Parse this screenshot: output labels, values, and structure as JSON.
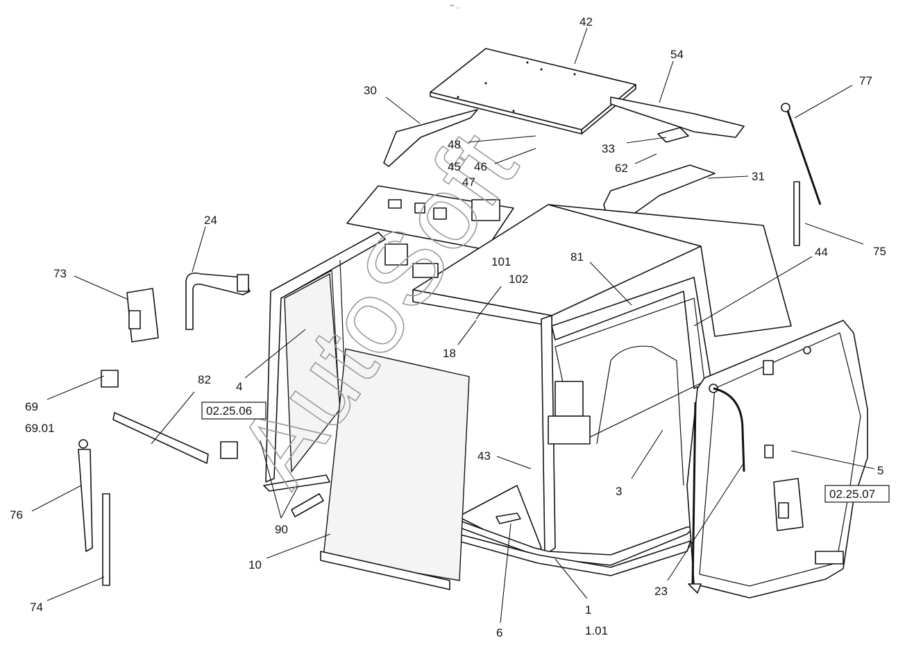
{
  "watermark": "AutoSoft",
  "top_mark": "\"\" ...",
  "part_labels": [
    {
      "id": "p42",
      "text": "42"
    },
    {
      "id": "p54",
      "text": "54"
    },
    {
      "id": "p30",
      "text": "30"
    },
    {
      "id": "p77",
      "text": "77"
    },
    {
      "id": "p48",
      "text": "48"
    },
    {
      "id": "p33",
      "text": "33"
    },
    {
      "id": "p46",
      "text": "46"
    },
    {
      "id": "p45",
      "text": "45"
    },
    {
      "id": "p62",
      "text": "62"
    },
    {
      "id": "p31",
      "text": "31"
    },
    {
      "id": "p47",
      "text": "47"
    },
    {
      "id": "p24",
      "text": "24"
    },
    {
      "id": "p75",
      "text": "75"
    },
    {
      "id": "p101",
      "text": "101"
    },
    {
      "id": "p81",
      "text": "81"
    },
    {
      "id": "p73",
      "text": "73"
    },
    {
      "id": "p44",
      "text": "44"
    },
    {
      "id": "p102",
      "text": "102"
    },
    {
      "id": "p4",
      "text": "4"
    },
    {
      "id": "p18",
      "text": "18"
    },
    {
      "id": "p82",
      "text": "82"
    },
    {
      "id": "p69",
      "text": "69"
    },
    {
      "id": "p6901",
      "text": "69.01"
    },
    {
      "id": "p43",
      "text": "43"
    },
    {
      "id": "p5",
      "text": "5"
    },
    {
      "id": "p3",
      "text": "3"
    },
    {
      "id": "p76",
      "text": "76"
    },
    {
      "id": "p90",
      "text": "90"
    },
    {
      "id": "p10",
      "text": "10"
    },
    {
      "id": "p23",
      "text": "23"
    },
    {
      "id": "p1",
      "text": "1"
    },
    {
      "id": "p74",
      "text": "74"
    },
    {
      "id": "p6",
      "text": "6"
    },
    {
      "id": "p101b",
      "text": "1.01"
    }
  ],
  "ref_boxes": [
    {
      "id": "r1",
      "text": "02.25.06"
    },
    {
      "id": "r2",
      "text": "02.25.07"
    }
  ]
}
